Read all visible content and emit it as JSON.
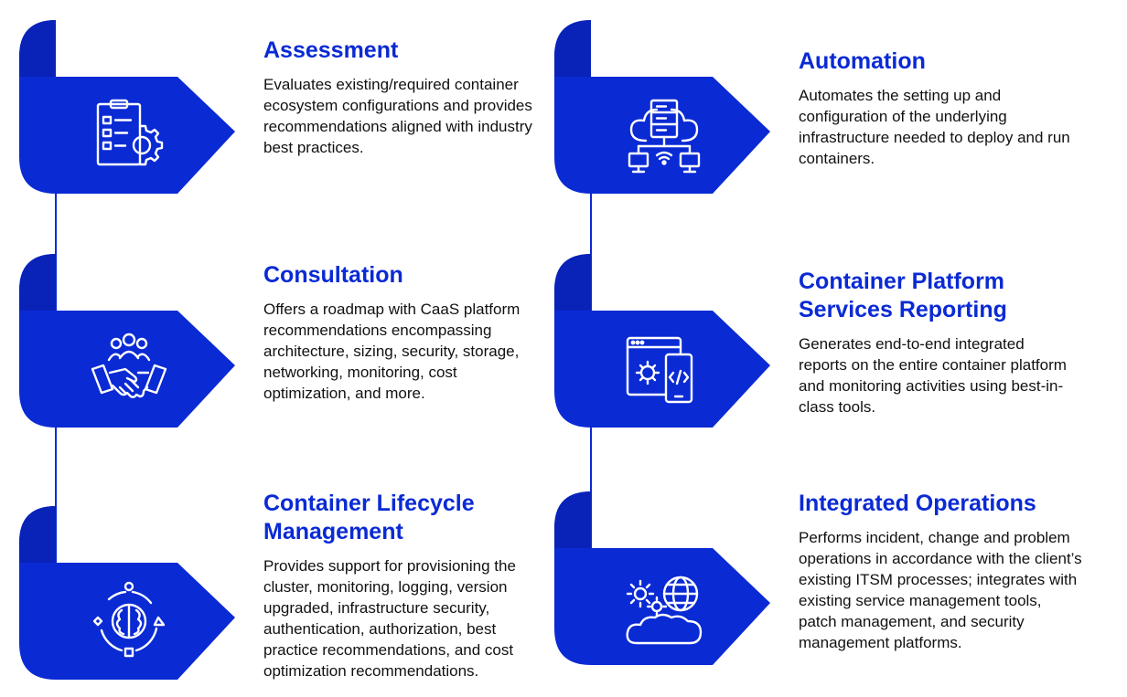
{
  "colors": {
    "accent": "#0a2ad4",
    "text": "#111111",
    "icon_stroke": "#ffffff"
  },
  "cards": [
    {
      "title": "Assessment",
      "description": "Evaluates existing/required container ecosystem configurations and provides recommendations aligned with industry best practices.",
      "icon": "checklist-gear-icon"
    },
    {
      "title": "Consultation",
      "description": "Offers a roadmap with CaaS platform recommendations encompassing architecture, sizing, security, storage, networking, monitoring, cost optimization, and more.",
      "icon": "team-handshake-icon"
    },
    {
      "title": "Container Lifecycle Management",
      "description": "Provides support for provisioning the cluster, monitoring, logging, version upgraded, infrastructure security, authentication, authorization, best practice recommendations, and cost optimization recommendations.",
      "icon": "ai-brain-cycle-icon"
    },
    {
      "title": "Automation",
      "description": "Automates the setting up and configuration of the underlying infrastructure needed to deploy and run containers.",
      "icon": "cloud-server-network-icon"
    },
    {
      "title": "Container Platform Services Reporting",
      "description": "Generates end-to-end integrated reports on the entire container platform and monitoring activities using best-in-class tools.",
      "icon": "browser-mobile-code-icon"
    },
    {
      "title": "Integrated Operations",
      "description": "Performs incident, change and problem operations in accordance with the client’s existing ITSM processes; integrates with existing service management tools, patch management, and security management platforms.",
      "icon": "gears-globe-cloud-icon"
    }
  ]
}
